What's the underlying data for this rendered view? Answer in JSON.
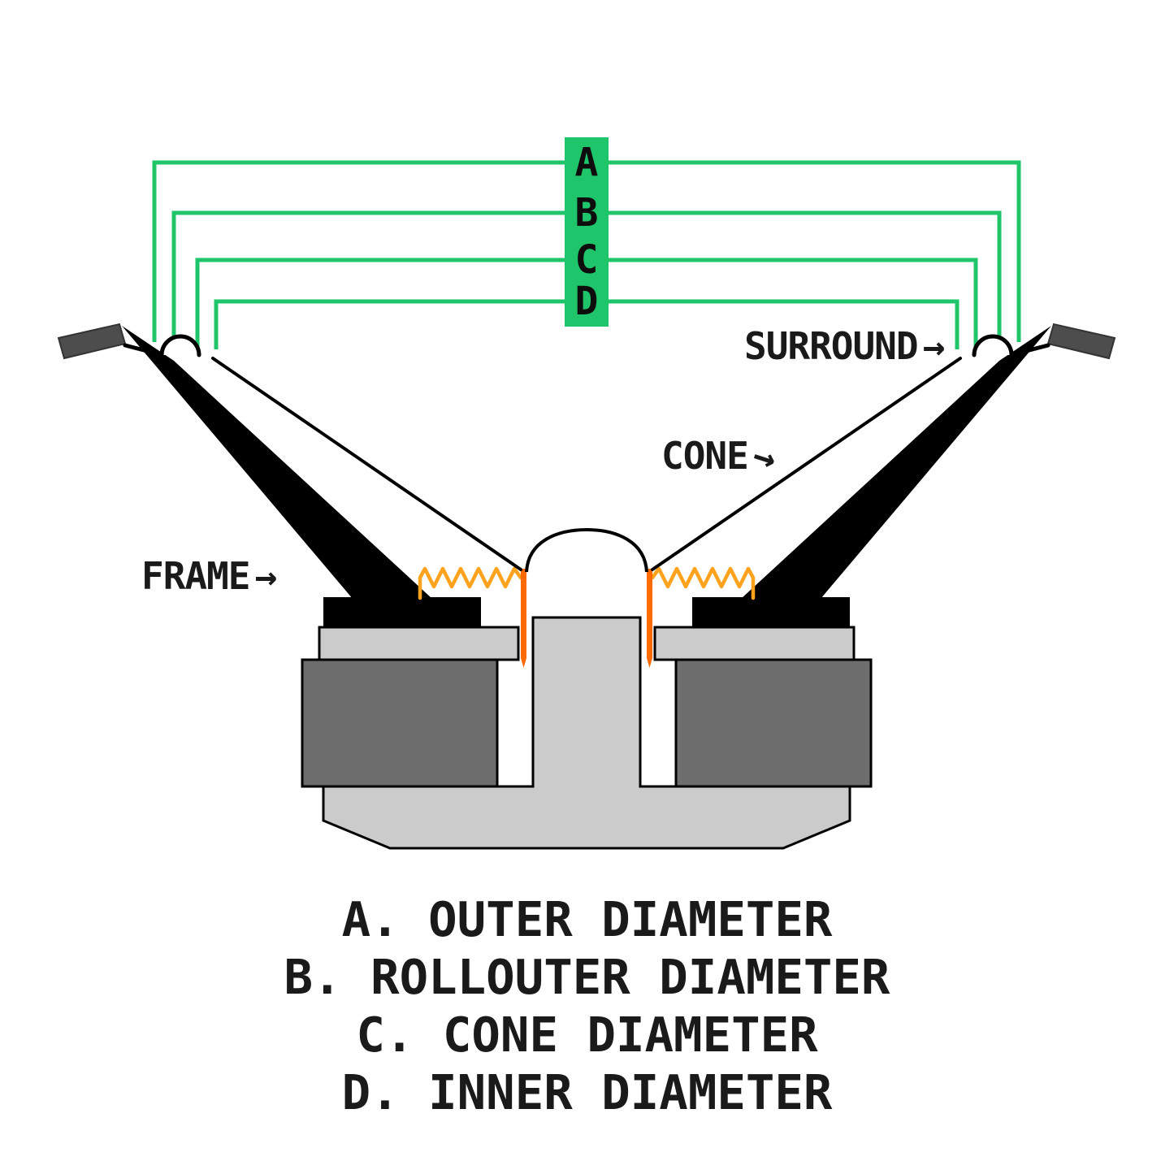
{
  "colors": {
    "dimension_green": "#1fc56a",
    "spider_orange": "#ffa21e",
    "coil_orange": "#ff6a00",
    "frame_black": "#000000",
    "flange_gray": "#4d4d4d",
    "magnet_gray": "#6d6d6d",
    "plate_gray": "#cbcbcb"
  },
  "markers": [
    {
      "letter": "A"
    },
    {
      "letter": "B"
    },
    {
      "letter": "C"
    },
    {
      "letter": "D"
    }
  ],
  "part_labels": {
    "surround": {
      "text": "SURROUND",
      "arrow": "→"
    },
    "cone": {
      "text": "CONE",
      "arrow": "→"
    },
    "frame": {
      "text": "FRAME",
      "arrow": "→"
    }
  },
  "legend": {
    "items": [
      {
        "text": "A. OUTER DIAMETER"
      },
      {
        "text": "B. ROLLOUTER DIAMETER"
      },
      {
        "text": "C. CONE DIAMETER"
      },
      {
        "text": "D. INNER DIAMETER"
      }
    ]
  }
}
